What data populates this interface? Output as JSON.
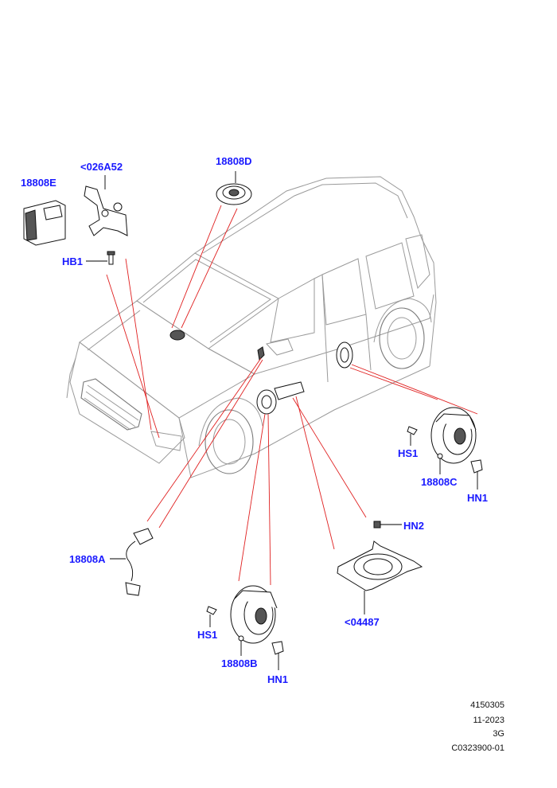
{
  "callouts": {
    "c_18808E": "18808E",
    "c_026A52": "<026A52",
    "c_18808D": "18808D",
    "c_HB1": "HB1",
    "c_HS1_right": "HS1",
    "c_18808C": "18808C",
    "c_HN1_right": "HN1",
    "c_HN2": "HN2",
    "c_18808A": "18808A",
    "c_04487": "<04487",
    "c_HS1_bottom": "HS1",
    "c_18808B": "18808B",
    "c_HN1_bottom": "HN1"
  },
  "footer": {
    "line1": "4150305",
    "line2": "11-2023",
    "line3": "3G",
    "line4": "C0323900-01"
  },
  "colors": {
    "callout": "#1a1aff",
    "leader": "#e02020",
    "outline": "#9a9a9a"
  }
}
